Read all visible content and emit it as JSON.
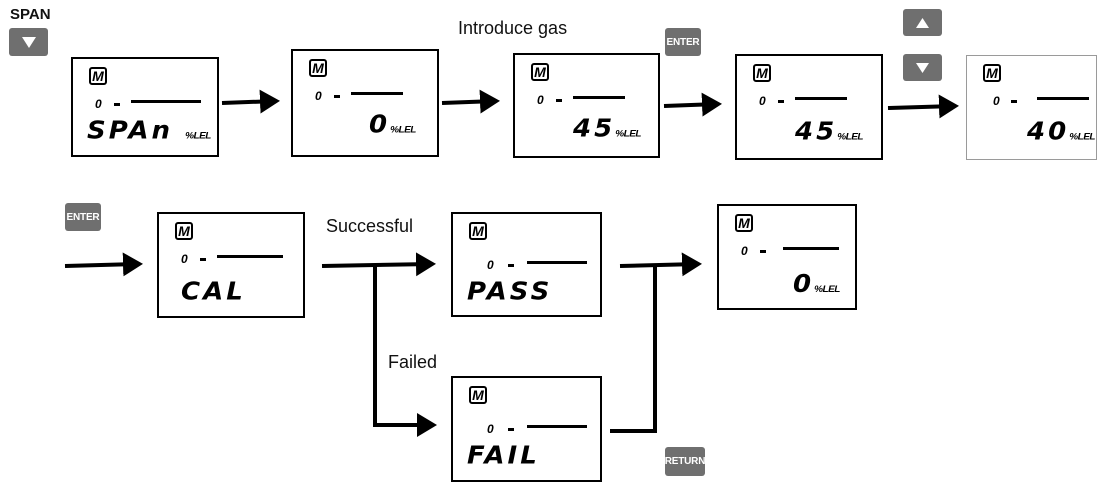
{
  "buttons": {
    "span_label": "SPAN",
    "down_icon": "triangle-down",
    "up_icon": "triangle-up",
    "enter": "ENTER",
    "return": "RETURN"
  },
  "labels": {
    "introduce_gas": "Introduce gas",
    "successful": "Successful",
    "failed": "Failed"
  },
  "display": {
    "m_symbol": "M",
    "range_start": "0",
    "screen1": {
      "text": "SPAn",
      "unit": "%LEL"
    },
    "screen2": {
      "text": "0",
      "unit": "%LEL"
    },
    "screen3": {
      "text": "45",
      "unit": "%LEL"
    },
    "screen4": {
      "text": "45",
      "unit": "%LEL"
    },
    "screen5": {
      "text": "40",
      "unit": "%LEL"
    },
    "screen6": {
      "text": "CAL"
    },
    "screen7": {
      "text": "PASS"
    },
    "screen8": {
      "text": "FAIL"
    },
    "screen9": {
      "text": "0",
      "unit": "%LEL"
    }
  },
  "colors": {
    "button_bg": "#6f6f6f",
    "line": "#000000",
    "grey_border": "#9a9a9a"
  }
}
